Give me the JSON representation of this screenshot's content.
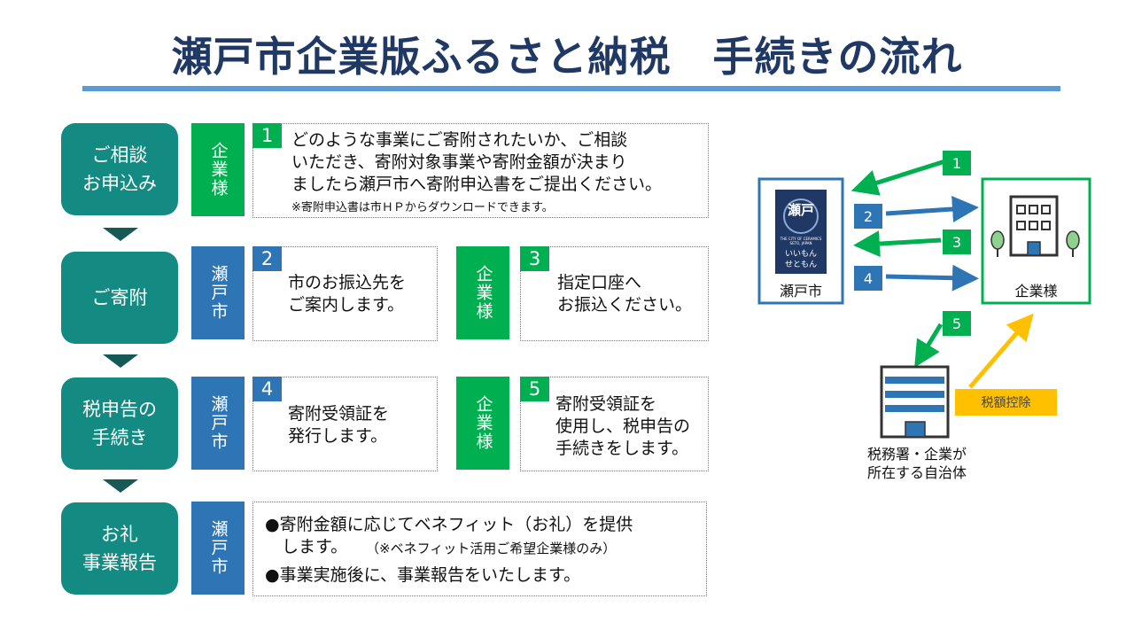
{
  "title": "瀬戸市企業版ふるさと納税　手続きの流れ",
  "steps": [
    {
      "label": "ご相談\nお申込み"
    },
    {
      "label": "ご寄附"
    },
    {
      "label": "税申告の\n手続き"
    },
    {
      "label": "お礼\n事業報告"
    }
  ],
  "actors": {
    "company": "企業様",
    "city": "瀬戸市"
  },
  "boxes": {
    "b1": {
      "num": "1",
      "text": "どのような事業にご寄附されたいか、ご相談\nいただき、寄附対象事業や寄附金額が決まり\nましたら瀬戸市へ寄附申込書をご提出ください。",
      "note": "※寄附申込書は市ＨＰからダウンロードできます。"
    },
    "b2": {
      "num": "2",
      "text": "市のお振込先を\nご案内します。"
    },
    "b3": {
      "num": "3",
      "text": "指定口座へ\nお振込ください。"
    },
    "b4": {
      "num": "4",
      "text": "寄附受領証を\n発行します。"
    },
    "b5": {
      "num": "5",
      "text": "寄附受領証を\n使用し、税申告の\n手続きをします。"
    },
    "b6": {
      "bullet1": "●寄附金額に応じてベネフィット（お礼）を提供\n　します。",
      "bullet1_note": "（※ベネフィット活用ご希望企業様のみ）",
      "bullet2": "●事業実施後に、事業報告をいたします。"
    }
  },
  "diagram": {
    "city_label": "瀬戸市",
    "company_label": "企業様",
    "tax_office_label": "税務署・企業が\n所在する自治体",
    "tax_deduction": "税額控除",
    "logo_text": {
      "main": "瀬戸",
      "sub": "THE CITY OF CERAMICS\nSETO, JAPAN",
      "line1": "いいもん",
      "line2": "せともん"
    },
    "arrows": [
      {
        "num": "1",
        "from": "company",
        "to": "city",
        "color": "#00b050"
      },
      {
        "num": "2",
        "from": "city",
        "to": "company",
        "color": "#2e75b6"
      },
      {
        "num": "3",
        "from": "company",
        "to": "city",
        "color": "#00b050"
      },
      {
        "num": "4",
        "from": "city",
        "to": "company",
        "color": "#2e75b6"
      },
      {
        "num": "5",
        "from": "company",
        "to": "tax_office",
        "color": "#00b050"
      }
    ]
  },
  "colors": {
    "title": "#1f3864",
    "step": "#138a82",
    "company": "#00b050",
    "city": "#2e75b6",
    "deduction": "#ffc000"
  }
}
